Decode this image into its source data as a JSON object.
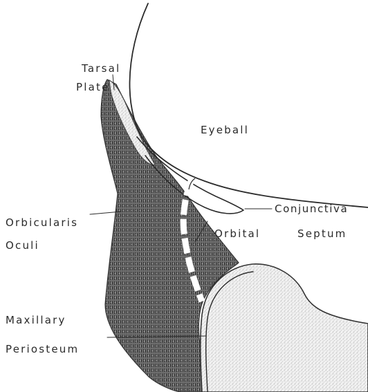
{
  "labels": {
    "tarsal_line1": "Tarsal",
    "tarsal_line2": "Plate",
    "eyeball": "Eyeball",
    "conjunctiva": "Conjunctiva",
    "orbicularis_line1": "Orbicularis",
    "orbicularis_line2": "Oculi",
    "orbital": "Orbital",
    "septum": "Septum",
    "maxillary": "Maxillary",
    "periosteum": "Periosteum"
  }
}
